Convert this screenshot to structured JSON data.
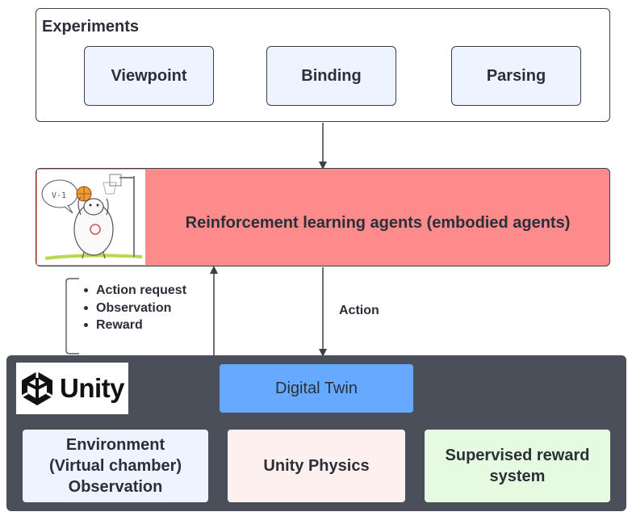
{
  "experiments": {
    "title": "Experiments",
    "items": [
      {
        "label": "Viewpoint"
      },
      {
        "label": "Binding"
      },
      {
        "label": "Parsing"
      }
    ]
  },
  "agents": {
    "label": "Reinforcement learning agents (embodied agents)",
    "sketch_text": "V-1"
  },
  "feedback": {
    "items": [
      "Action request",
      "Observation",
      "Reward"
    ]
  },
  "action": {
    "label": "Action"
  },
  "unity": {
    "logo_text": "Unity",
    "digital_twin": "Digital Twin",
    "environment": {
      "line1": "Environment",
      "line2": "(Virtual chamber)",
      "line3": "Observation"
    },
    "physics": "Unity Physics",
    "reward": {
      "line1": "Supervised reward",
      "line2": "system"
    }
  },
  "colors": {
    "agents_fill": "#fd8b8b",
    "unity_fill": "#4b4f5a",
    "digital_twin_fill": "#66aaff",
    "environment_fill": "#edf4ff",
    "physics_fill": "#fff0f0",
    "reward_fill": "#e6fae2"
  }
}
